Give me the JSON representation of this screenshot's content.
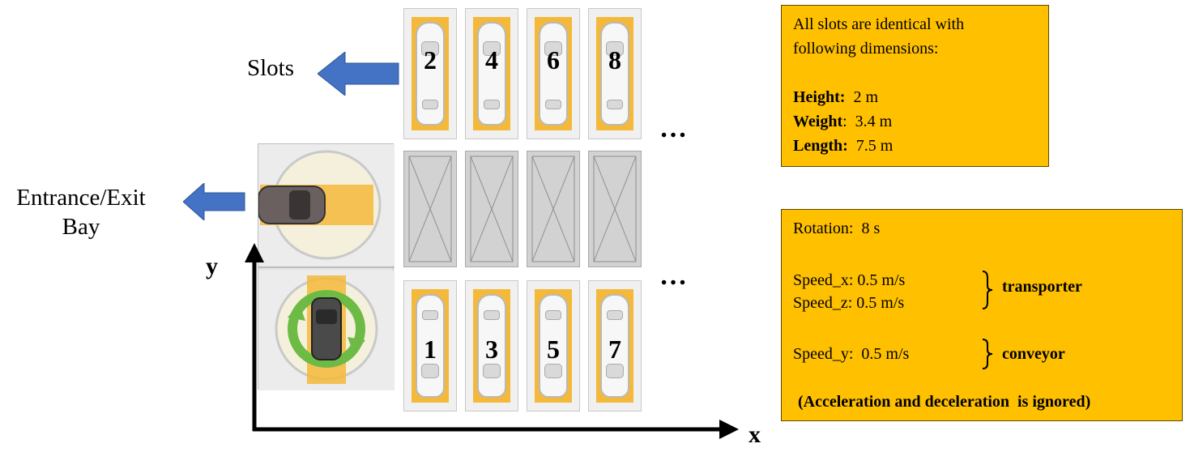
{
  "labels": {
    "slots": "Slots",
    "entrance_line1": "Entrance/Exit",
    "entrance_line2": "Bay",
    "axis_x": "x",
    "axis_y": "y",
    "ellipsis": "…"
  },
  "top_slots": [
    "2",
    "4",
    "6",
    "8"
  ],
  "bottom_slots": [
    "1",
    "3",
    "5",
    "7"
  ],
  "dimensions_box": {
    "intro_line1": "All slots are identical with",
    "intro_line2": "following dimensions:",
    "rows": [
      {
        "key": "Height:",
        "value": "  2 m"
      },
      {
        "key": "Weight",
        "value": ":  3.4 m"
      },
      {
        "key": "Length:",
        "value": "  7.5 m"
      }
    ]
  },
  "timing_box": {
    "rotation": "Rotation:  8 s",
    "speed_x": "Speed_x: 0.5 m/s",
    "speed_z": "Speed_z: 0.5 m/s",
    "speed_y": "Speed_y:  0.5 m/s",
    "transporter": "transporter",
    "conveyor": "conveyor",
    "note": "(Acceleration and deceleration  is ignored)"
  },
  "colors": {
    "arrow_blue": "#4472c4",
    "box_fill": "#ffc000",
    "pad_orange": "#f4b93a",
    "rotation_green": "#6dbb45"
  }
}
